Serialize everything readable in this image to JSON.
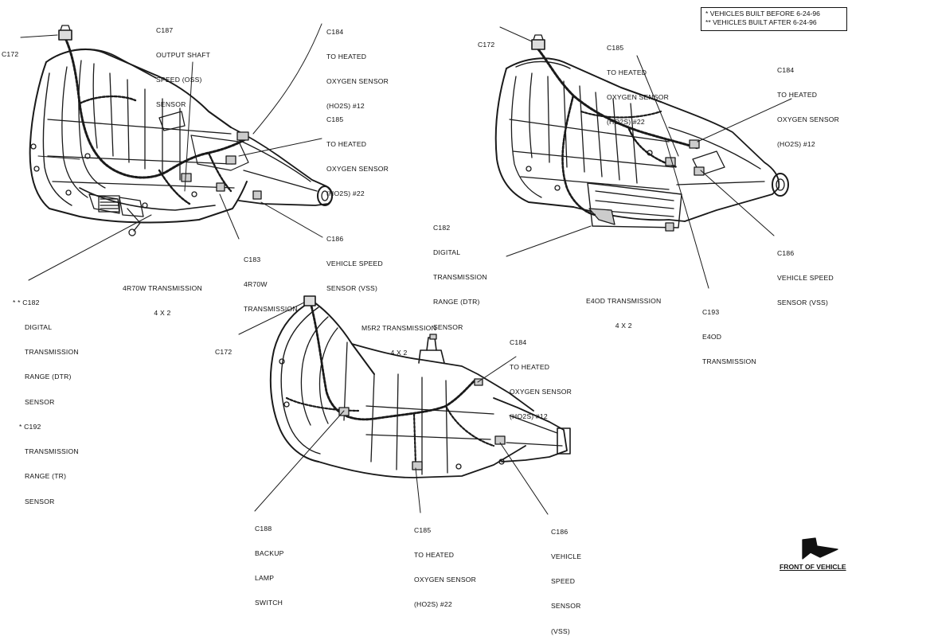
{
  "legend": {
    "line1": "* VEHICLES BUILT BEFORE 6-24-96",
    "line2": "** VEHICLES BUILT AFTER 6-24-96"
  },
  "front_of_vehicle": "FRONT OF VEHICLE",
  "transmissions": {
    "r70w": {
      "title": [
        "4R70W TRANSMISSION",
        "4 X 2"
      ],
      "callouts": {
        "c172": [
          "C172"
        ],
        "c187": [
          "C187",
          "OUTPUT SHAFT",
          "SPEED (OSS)",
          "SENSOR"
        ],
        "c184": [
          "C184",
          "TO HEATED",
          "OXYGEN SENSOR",
          "(HO2S) #12"
        ],
        "c185": [
          "C185",
          "TO HEATED",
          "OXYGEN SENSOR",
          "(HO2S) #22"
        ],
        "c186": [
          "C186",
          "VEHICLE SPEED",
          "SENSOR (VSS)"
        ],
        "c183": [
          "C183",
          "4R70W",
          "TRANSMISSION"
        ],
        "c182_c192": [
          "* * C182",
          "DIGITAL",
          "TRANSMISSION",
          "RANGE (DTR)",
          "SENSOR",
          "* C192",
          "TRANSMISSION",
          "RANGE (TR)",
          "SENSOR"
        ]
      }
    },
    "e4od": {
      "title": [
        "E4OD TRANSMISSION",
        "4 X 2"
      ],
      "callouts": {
        "c172": [
          "C172"
        ],
        "c185": [
          "C185",
          "TO HEATED",
          "OXYGEN SENSOR",
          "(HO2S) #22"
        ],
        "c184": [
          "C184",
          "TO HEATED",
          "OXYGEN SENSOR",
          "(HO2S) #12"
        ],
        "c182": [
          "C182",
          "DIGITAL",
          "TRANSMISSION",
          "RANGE (DTR)",
          "SENSOR"
        ],
        "c186": [
          "C186",
          "VEHICLE SPEED",
          "SENSOR (VSS)"
        ],
        "c193": [
          "C193",
          "E4OD",
          "TRANSMISSION"
        ]
      }
    },
    "m5r2": {
      "title": [
        "M5R2 TRANSMISSION",
        "4 X 2"
      ],
      "callouts": {
        "c172": [
          "C172"
        ],
        "c184": [
          "C184",
          "TO HEATED",
          "OXYGEN SENSOR",
          "(HO2S) #12"
        ],
        "c188": [
          "C188",
          "BACKUP",
          "LAMP",
          "SWITCH"
        ],
        "c185": [
          "C185",
          "TO HEATED",
          "OXYGEN SENSOR",
          "(HO2S) #22"
        ],
        "c186": [
          "C186",
          "VEHICLE",
          "SPEED",
          "SENSOR",
          "(VSS)"
        ]
      }
    }
  }
}
